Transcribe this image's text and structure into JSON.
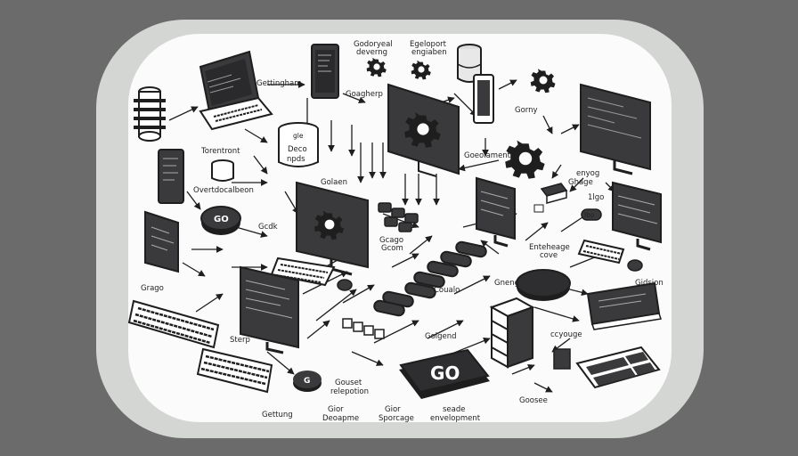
{
  "colors": {
    "outer_bg": "#6b6b6b",
    "frame": "#d4d6d4",
    "panel": "#fbfbfb",
    "ink": "#1e1e1e",
    "screen": "#3a3a3c"
  },
  "labels": {
    "getting_top": "Gettingham",
    "godoryeal": "Godoryeal",
    "devering": "deverng",
    "egeloport": "Egeloport",
    "engaben": "engiaben",
    "goagherp": "Goagherp",
    "gerny": "Gorny",
    "torentront": "Torentront",
    "overtdocalbeon": "Overtdocalbeon",
    "gleo": "gle",
    "deco": "Deco",
    "npds": "npds",
    "golaen": "Golaen",
    "goeolament": "Goeolament",
    "eny_ghage": "enyog",
    "ghage": "Ghage",
    "gcdk": "Gcdk",
    "gcago": "Gcago",
    "geom": "Gcom",
    "blo": "1lgo",
    "entehrage": "Enteheage",
    "cove": "cove",
    "grago": "Grago",
    "coualo": "Coualo",
    "gneng": "Gneng",
    "gidsion": "Gidsion",
    "sterp": "Sterp",
    "golgend": "Golgend",
    "ccyouge": "ccyouge",
    "gouset": "Gouset",
    "relepotion": "relepotion",
    "goosee": "Goosee",
    "gettung": "Gettung",
    "gior": "Gior",
    "deoapme": "Deoapme",
    "giar": "Gior",
    "sporcage": "Sporcage",
    "seade": "seade",
    "environment": "envelopment"
  },
  "go_badges": {
    "left": "GO",
    "small_round": "G",
    "big": "GO",
    "right_pill": "lbo"
  },
  "icons": [
    "server-stack-icon",
    "laptop-icon",
    "tablet-icon",
    "phone-icon",
    "monitor-icon",
    "database-icon",
    "gear-icon",
    "keyboard-icon",
    "mouse-icon",
    "server-rack-icon",
    "go-badge-icon",
    "book-icon"
  ]
}
